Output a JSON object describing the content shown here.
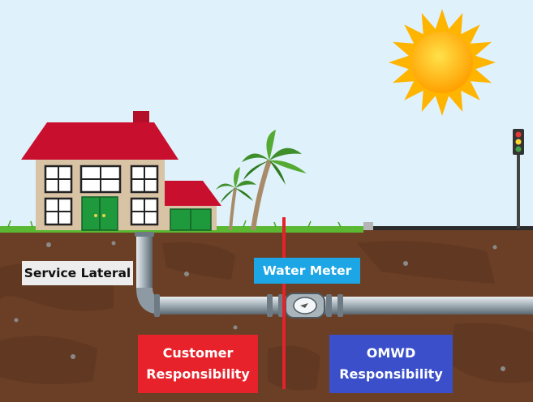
{
  "labels": {
    "service_lateral": "Service Lateral",
    "water_meter": "Water Meter",
    "customer_responsibility": "Customer\nResponsibility",
    "omwd_responsibility": "OMWD\nResponsibility"
  },
  "colors": {
    "sky": "#dff1fa",
    "soil": "#6b3f25",
    "grass": "#5bb832",
    "roof": "#c8102e",
    "wall": "#d9c3a5",
    "door": "#1e9a3c",
    "pipe": "#8d9aa3",
    "boundary_line": "#e3222b",
    "service_lateral_bg": "#ededed",
    "water_meter_bg": "#1ca6e6",
    "customer_bg": "#e8222a",
    "omwd_bg": "#3a4fc9",
    "sun": "#ffb400"
  },
  "icons": [
    "sun-icon",
    "house-icon",
    "palm-tree-icon",
    "traffic-light-icon",
    "water-meter-icon",
    "pipe-icon"
  ]
}
